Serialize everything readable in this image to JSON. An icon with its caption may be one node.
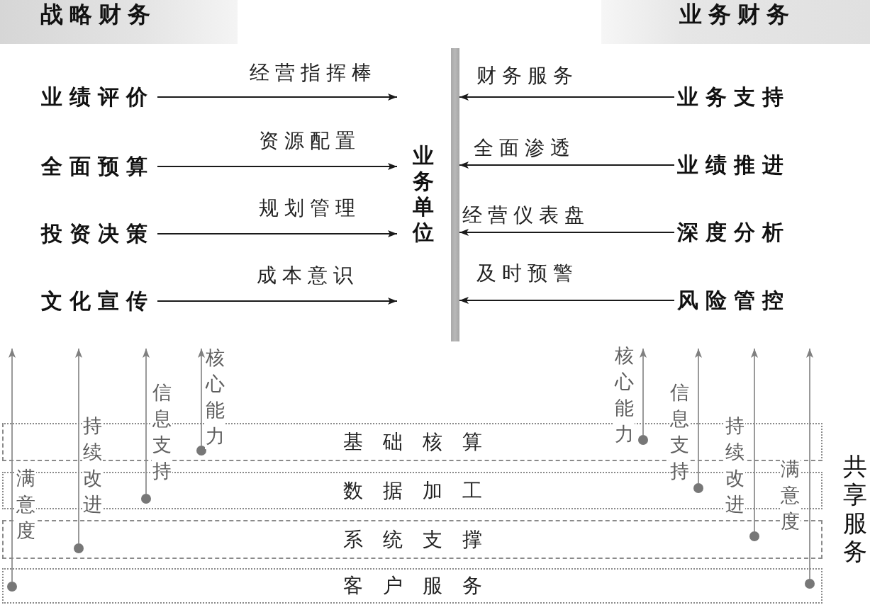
{
  "diagram": {
    "nodes": [
      {
        "text": [
          "战略财务"
        ]
      },
      {
        "text": [
          "业绩评价"
        ]
      },
      {
        "text": [
          "全面预算"
        ]
      },
      {
        "text": [
          "投资决策"
        ]
      },
      {
        "text": [
          "文化宣传"
        ]
      },
      {
        "text": [
          "业务单位"
        ]
      },
      {
        "text": [
          "业务财务"
        ]
      },
      {
        "text": [
          "业务支持"
        ]
      },
      {
        "text": [
          "业绩推进"
        ]
      },
      {
        "text": [
          "深度分析"
        ]
      },
      {
        "text": [
          "风险管控"
        ]
      },
      {
        "text": [
          "基础核算"
        ]
      },
      {
        "text": [],
        "shape": "circle",
        "in": 11
      },
      {
        "text": [],
        "shape": "circle",
        "in": 11
      },
      {
        "text": [
          "数据加工"
        ]
      },
      {
        "text": [],
        "shape": "circle",
        "in": 14
      },
      {
        "text": [],
        "shape": "circle",
        "in": 14
      },
      {
        "text": [
          "系统支撑"
        ]
      },
      {
        "text": [],
        "shape": "circle",
        "in": 17
      },
      {
        "text": [],
        "shape": "circle",
        "in": 17
      },
      {
        "text": [
          "客户服务"
        ]
      },
      {
        "text": [],
        "shape": "circle",
        "in": 20
      },
      {
        "text": [],
        "shape": "circle",
        "in": 20
      }
    ],
    "edges": [
      {
        "from": 1,
        "to": 5,
        "arrow": "to",
        "label": "经营指挥棒"
      },
      {
        "from": 2,
        "to": 5,
        "arrow": "to",
        "label": "资源配置"
      },
      {
        "from": 3,
        "to": 5,
        "arrow": "to",
        "label": "规划管理"
      },
      {
        "from": 4,
        "to": 5,
        "arrow": "to",
        "label": "成本意识"
      },
      {
        "from": 7,
        "to": 5,
        "arrow": "to",
        "label": "财务服务"
      },
      {
        "from": 8,
        "to": 5,
        "arrow": "to",
        "label": "全面渗透"
      },
      {
        "from": 9,
        "to": 5,
        "arrow": "to",
        "label": "经营仪表盘"
      },
      {
        "from": 10,
        "to": 5,
        "arrow": "to",
        "label": "及时预警"
      },
      {
        "from": 21,
        "to": null,
        "arrow": "to",
        "label": "满意度",
        "color": "#808080"
      },
      {
        "from": 18,
        "to": null,
        "arrow": "to",
        "label": "持续改进",
        "color": "#808080"
      },
      {
        "from": 15,
        "to": null,
        "arrow": "to",
        "label": "信息支持",
        "color": "#808080"
      },
      {
        "from": 12,
        "to": null,
        "arrow": "to",
        "label": "核心能力",
        "color": "#808080"
      },
      {
        "from": 13,
        "to": null,
        "arrow": "to",
        "label": "核心能力",
        "color": "#808080"
      },
      {
        "from": 16,
        "to": null,
        "arrow": "to",
        "label": "信息支持",
        "color": "#808080"
      },
      {
        "from": 19,
        "to": null,
        "arrow": "to",
        "label": "持续改进",
        "color": "#808080"
      },
      {
        "from": 22,
        "to": null,
        "arrow": "to",
        "label": "满意度",
        "color": "#808080"
      }
    ],
    "labels": [
      "共享服务"
    ]
  }
}
